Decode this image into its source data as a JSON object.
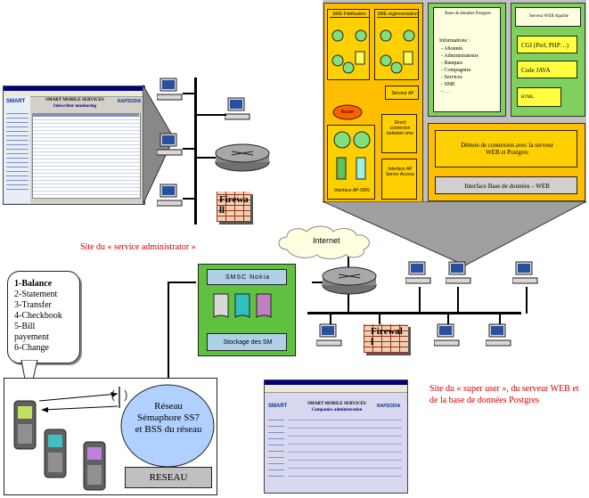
{
  "left_screen": {
    "title": "SMART MOBILE SERVICES",
    "subtitle": "Subscriber monitoring"
  },
  "bottom_screen": {
    "title": "SMART MOBILE SERVICES",
    "subtitle": "Companies administration"
  },
  "top_panel": {
    "sme_fidelisation": "SME-Fidélisation",
    "sme_reglementation": "SME-réglementation",
    "ldap_box": "Serveur AP",
    "router_label": "Router",
    "direct_box": "Direct connexion between sms",
    "bottom_left_box": "Interface AP-SMS",
    "bottom_mid_box": "Interface AP Server Access",
    "db_title": "Base de données Postgres",
    "db_info_header": "Informations :",
    "db_items": [
      "- Abonnés",
      "- Administrateurs",
      "- Banques",
      "- Compagnies",
      "- Services",
      "- SME",
      "- . . ."
    ],
    "web_title": "Serveur WEB Apache",
    "cgi_label": "CGI (Perl, PHP…)",
    "java_label": "Code JAVA",
    "html_label": "HTML",
    "daemon_text": "Démon de connexion avec la serveur WEB et Postgres",
    "interface_text": "Interface Base de données – WEB"
  },
  "firewall_1": "Firewall",
  "firewall_2": "Firewall",
  "internet_label": "Internet",
  "site_admin_label": "Site du « service administrator »",
  "site_super_label": "Site du « super user », du serveur WEB et de la base de données Postgres",
  "smsc": {
    "title": "SMSC Nokia",
    "stockage": "Stockage des SM"
  },
  "menu_items": [
    "1-Balance",
    "2-Statement",
    "3-Transfer",
    "4-Checkbook",
    "5-Bill payement",
    "6-Change"
  ],
  "reseau_ellipse": "Réseau Sémaphore SS7 et BSS du réseau",
  "reseau_label": "RESEAU"
}
